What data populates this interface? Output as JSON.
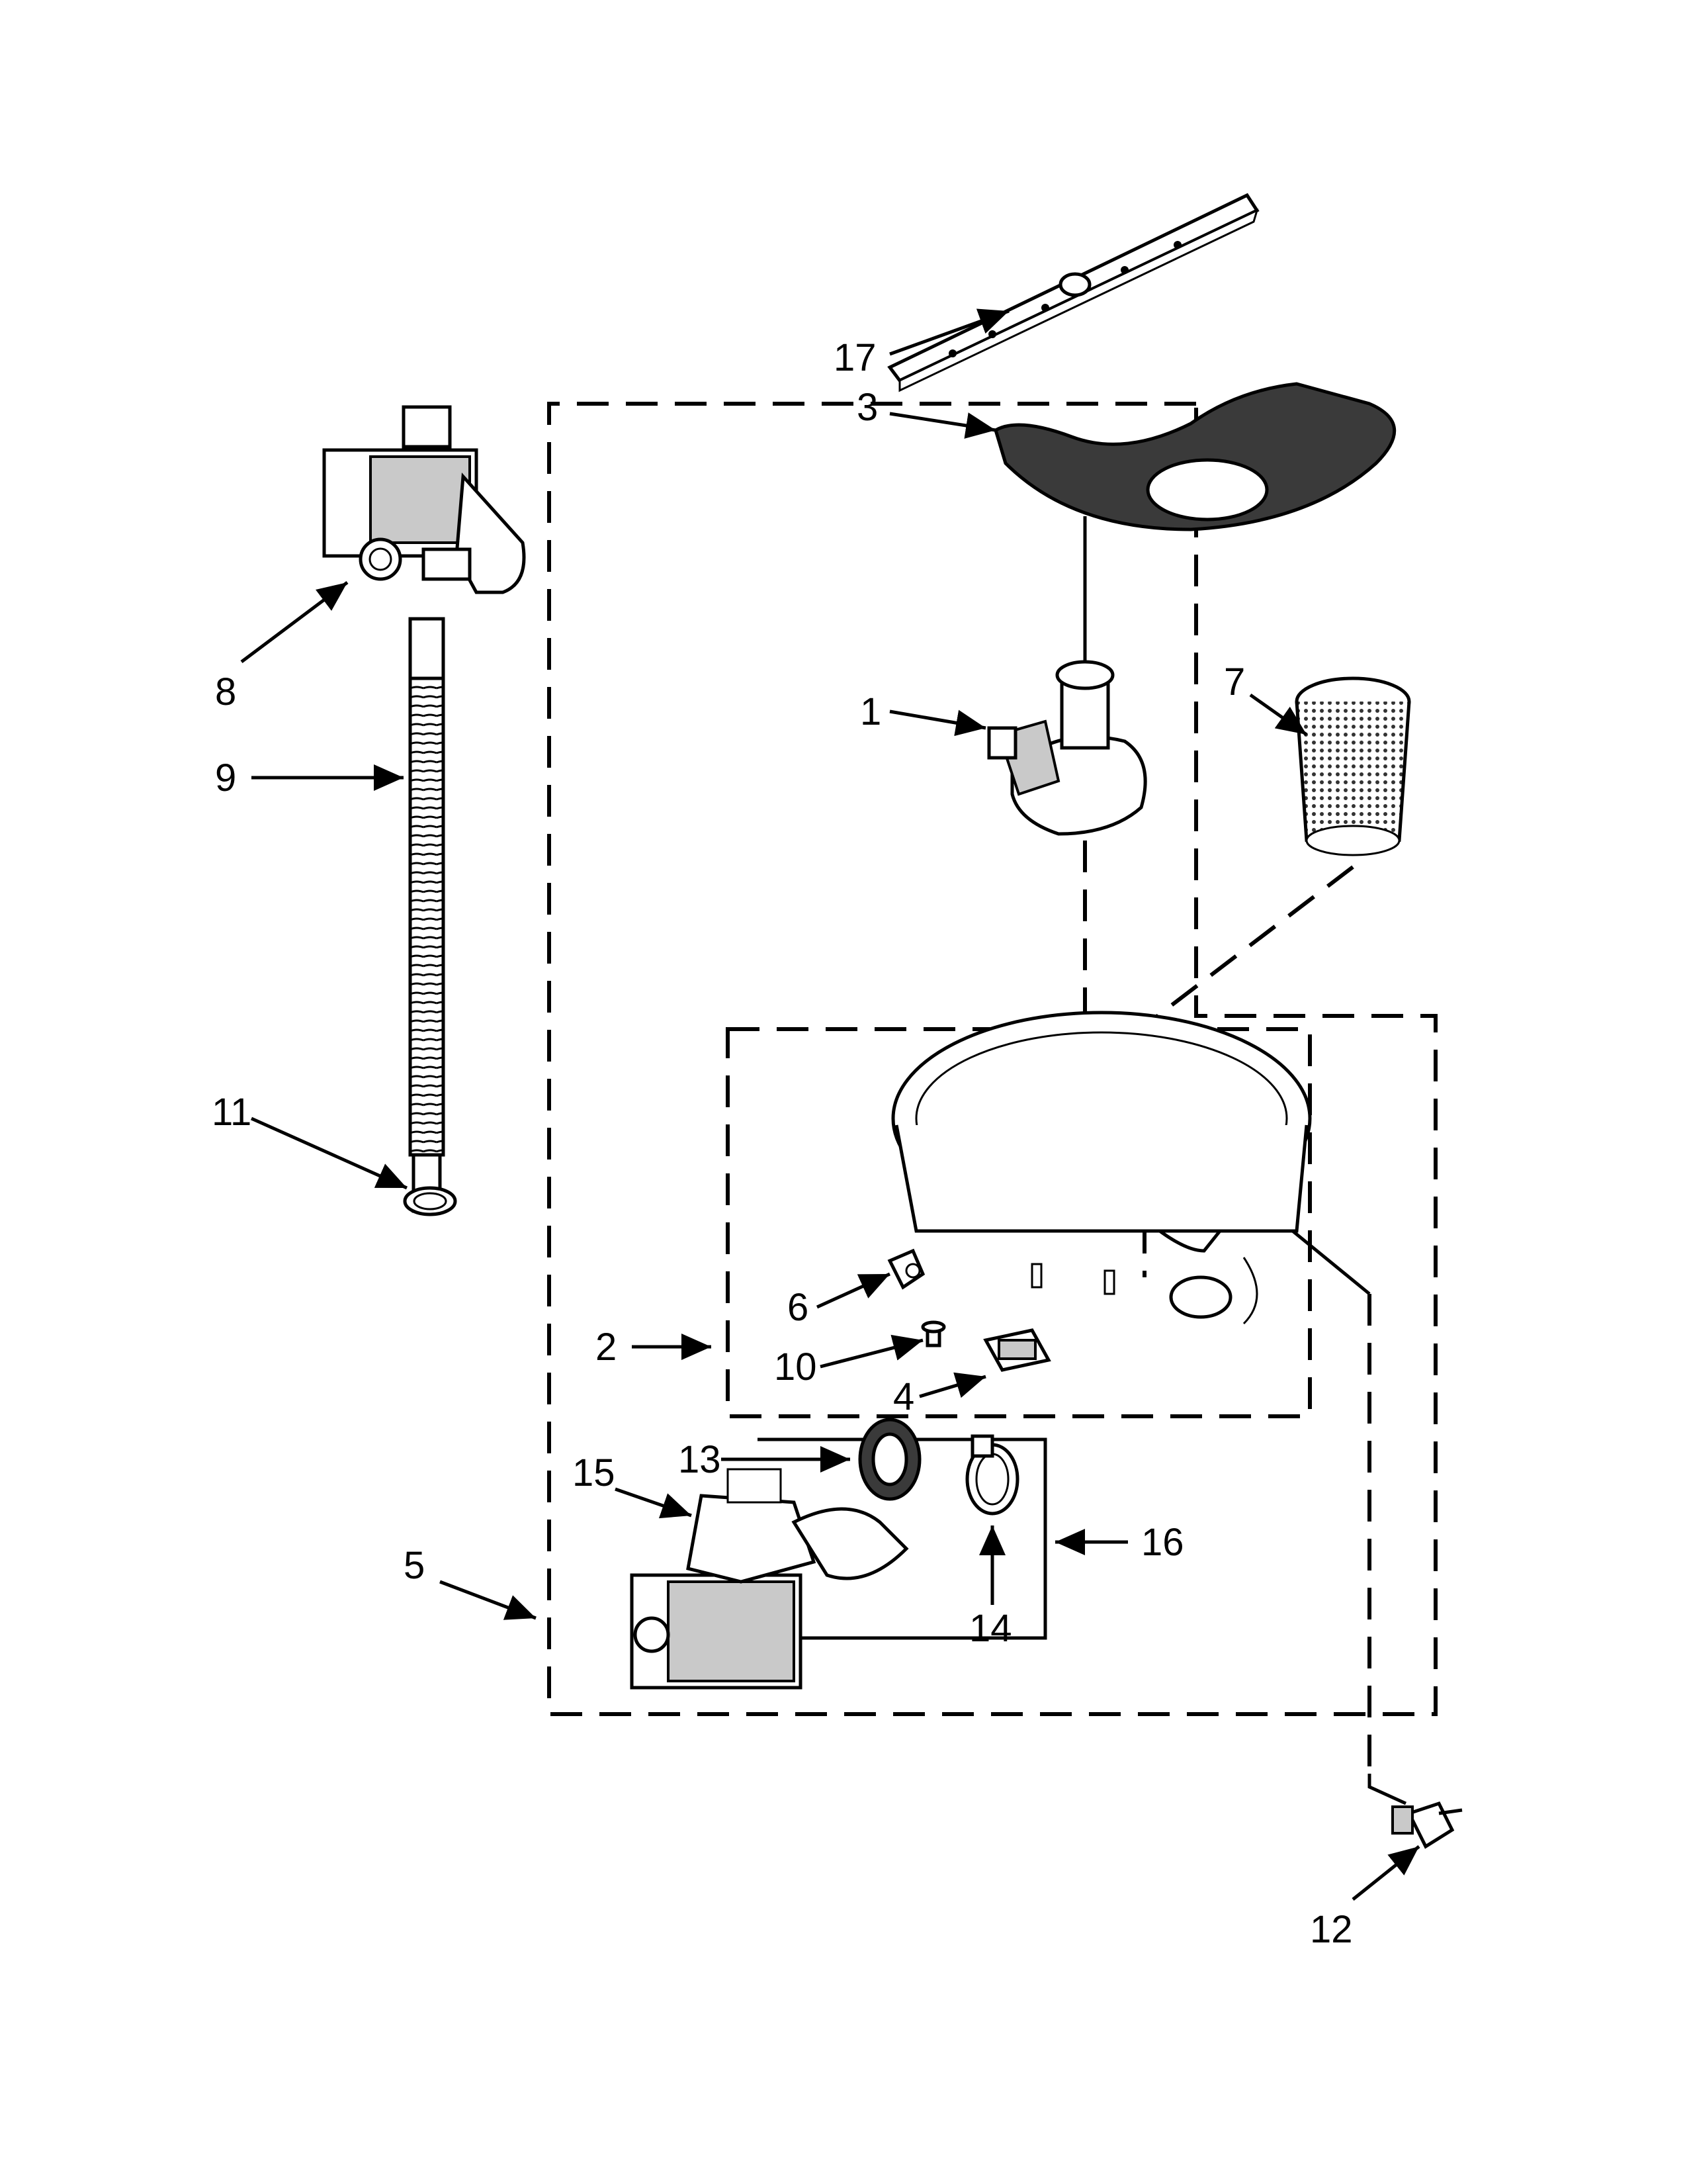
{
  "callouts": [
    {
      "id": "1",
      "label": "1"
    },
    {
      "id": "2",
      "label": "2"
    },
    {
      "id": "3",
      "label": "3"
    },
    {
      "id": "4",
      "label": "4"
    },
    {
      "id": "5",
      "label": "5"
    },
    {
      "id": "6",
      "label": "6"
    },
    {
      "id": "7",
      "label": "7"
    },
    {
      "id": "8",
      "label": "8"
    },
    {
      "id": "9",
      "label": "9"
    },
    {
      "id": "10",
      "label": "10"
    },
    {
      "id": "11",
      "label": "11"
    },
    {
      "id": "12",
      "label": "12"
    },
    {
      "id": "13",
      "label": "13"
    },
    {
      "id": "14",
      "label": "14"
    },
    {
      "id": "15",
      "label": "15"
    },
    {
      "id": "16",
      "label": "16"
    },
    {
      "id": "17",
      "label": "17"
    }
  ],
  "icons": [
    "spray-arm-icon",
    "filter-cover-icon",
    "pump-housing-icon",
    "drain-pump-icon",
    "drain-hose-icon",
    "clamp-icon",
    "sump-icon",
    "filter-basket-icon",
    "sensor-icon",
    "screw-icon",
    "connector-icon",
    "seal-icon",
    "hose-clamp-icon",
    "circulation-pump-icon",
    "thermistor-icon"
  ]
}
